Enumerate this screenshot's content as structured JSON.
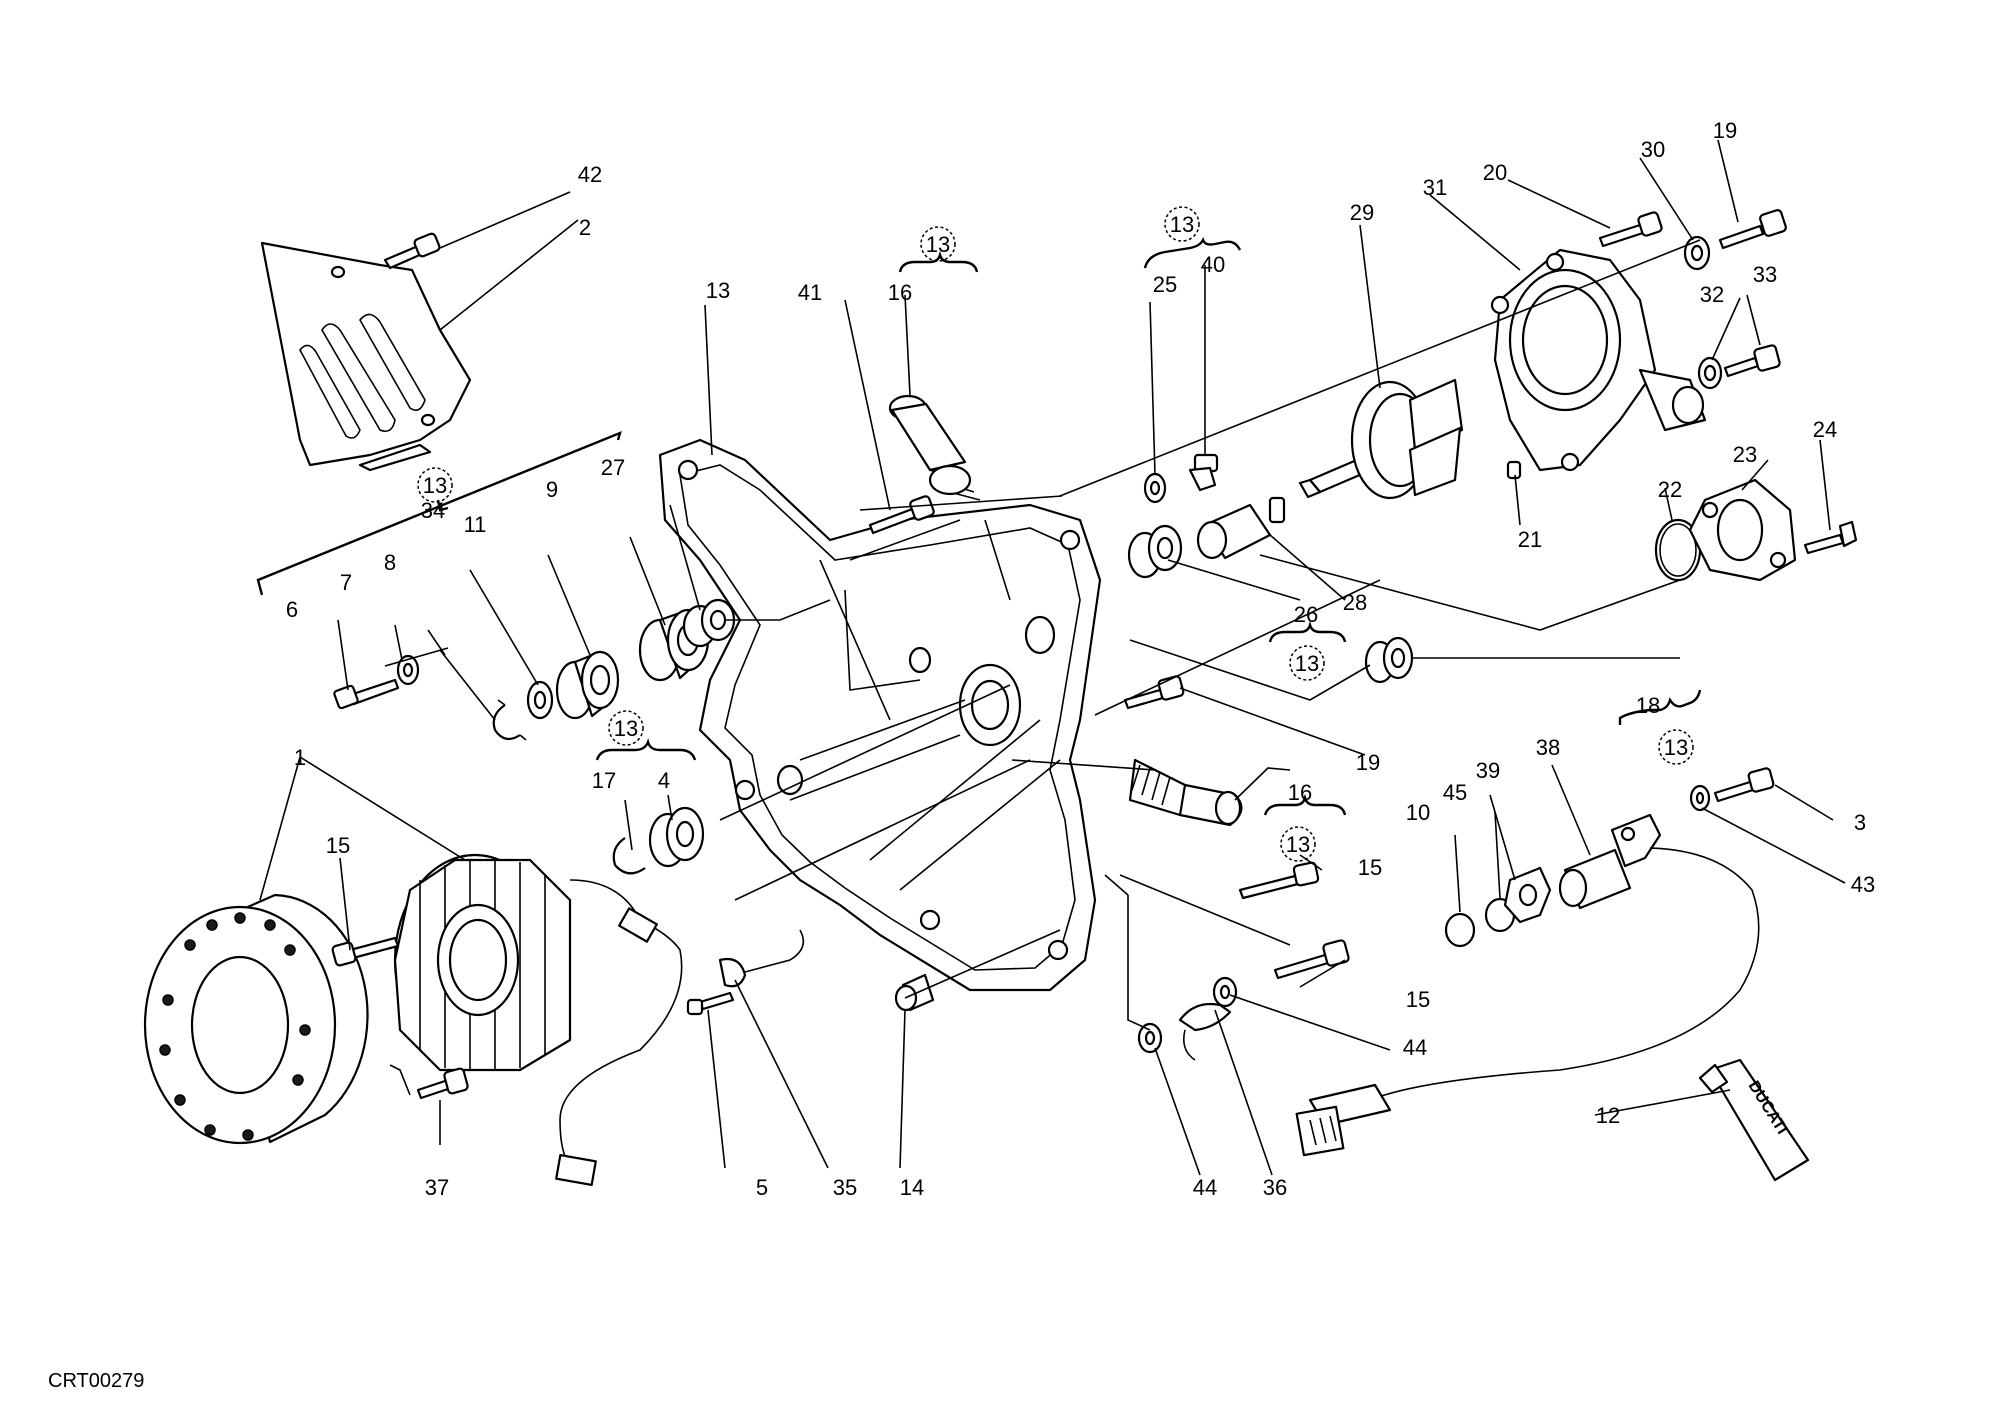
{
  "drawing_code": "CRT00279",
  "tube_brand": "DUCATI",
  "part_labels": [
    {
      "id": "l1",
      "text": "1"
    },
    {
      "id": "l2",
      "text": "2"
    },
    {
      "id": "l3",
      "text": "3"
    },
    {
      "id": "l4",
      "text": "4"
    },
    {
      "id": "l5",
      "text": "5"
    },
    {
      "id": "l6",
      "text": "6"
    },
    {
      "id": "l7",
      "text": "7"
    },
    {
      "id": "l8",
      "text": "8"
    },
    {
      "id": "l9",
      "text": "9"
    },
    {
      "id": "l10",
      "text": "10"
    },
    {
      "id": "l11",
      "text": "11"
    },
    {
      "id": "l12",
      "text": "12"
    },
    {
      "id": "l13",
      "text": "13"
    },
    {
      "id": "l14",
      "text": "14"
    },
    {
      "id": "l15a",
      "text": "15"
    },
    {
      "id": "l15b",
      "text": "15"
    },
    {
      "id": "l15c",
      "text": "15"
    },
    {
      "id": "l16a",
      "text": "16"
    },
    {
      "id": "l16b",
      "text": "16"
    },
    {
      "id": "l17",
      "text": "17"
    },
    {
      "id": "l18",
      "text": "18"
    },
    {
      "id": "l19a",
      "text": "19"
    },
    {
      "id": "l19b",
      "text": "19"
    },
    {
      "id": "l20",
      "text": "20"
    },
    {
      "id": "l21",
      "text": "21"
    },
    {
      "id": "l22",
      "text": "22"
    },
    {
      "id": "l23",
      "text": "23"
    },
    {
      "id": "l24",
      "text": "24"
    },
    {
      "id": "l25",
      "text": "25"
    },
    {
      "id": "l26",
      "text": "26"
    },
    {
      "id": "l27",
      "text": "27"
    },
    {
      "id": "l28",
      "text": "28"
    },
    {
      "id": "l29",
      "text": "29"
    },
    {
      "id": "l30",
      "text": "30"
    },
    {
      "id": "l31",
      "text": "31"
    },
    {
      "id": "l32",
      "text": "32"
    },
    {
      "id": "l33",
      "text": "33"
    },
    {
      "id": "l34",
      "text": "34"
    },
    {
      "id": "l35",
      "text": "35"
    },
    {
      "id": "l36",
      "text": "36"
    },
    {
      "id": "l37",
      "text": "37"
    },
    {
      "id": "l38",
      "text": "38"
    },
    {
      "id": "l39",
      "text": "39"
    },
    {
      "id": "l40",
      "text": "40"
    },
    {
      "id": "l41",
      "text": "41"
    },
    {
      "id": "l42",
      "text": "42"
    },
    {
      "id": "l43",
      "text": "43"
    },
    {
      "id": "l44a",
      "text": "44"
    },
    {
      "id": "l44b",
      "text": "44"
    },
    {
      "id": "l45",
      "text": "45"
    }
  ],
  "circled_refs": [
    {
      "id": "c1",
      "text": "13"
    },
    {
      "id": "c2",
      "text": "13"
    },
    {
      "id": "c3",
      "text": "13"
    },
    {
      "id": "c4",
      "text": "13"
    },
    {
      "id": "c5",
      "text": "13"
    },
    {
      "id": "c6",
      "text": "13"
    },
    {
      "id": "c7",
      "text": "13"
    }
  ]
}
